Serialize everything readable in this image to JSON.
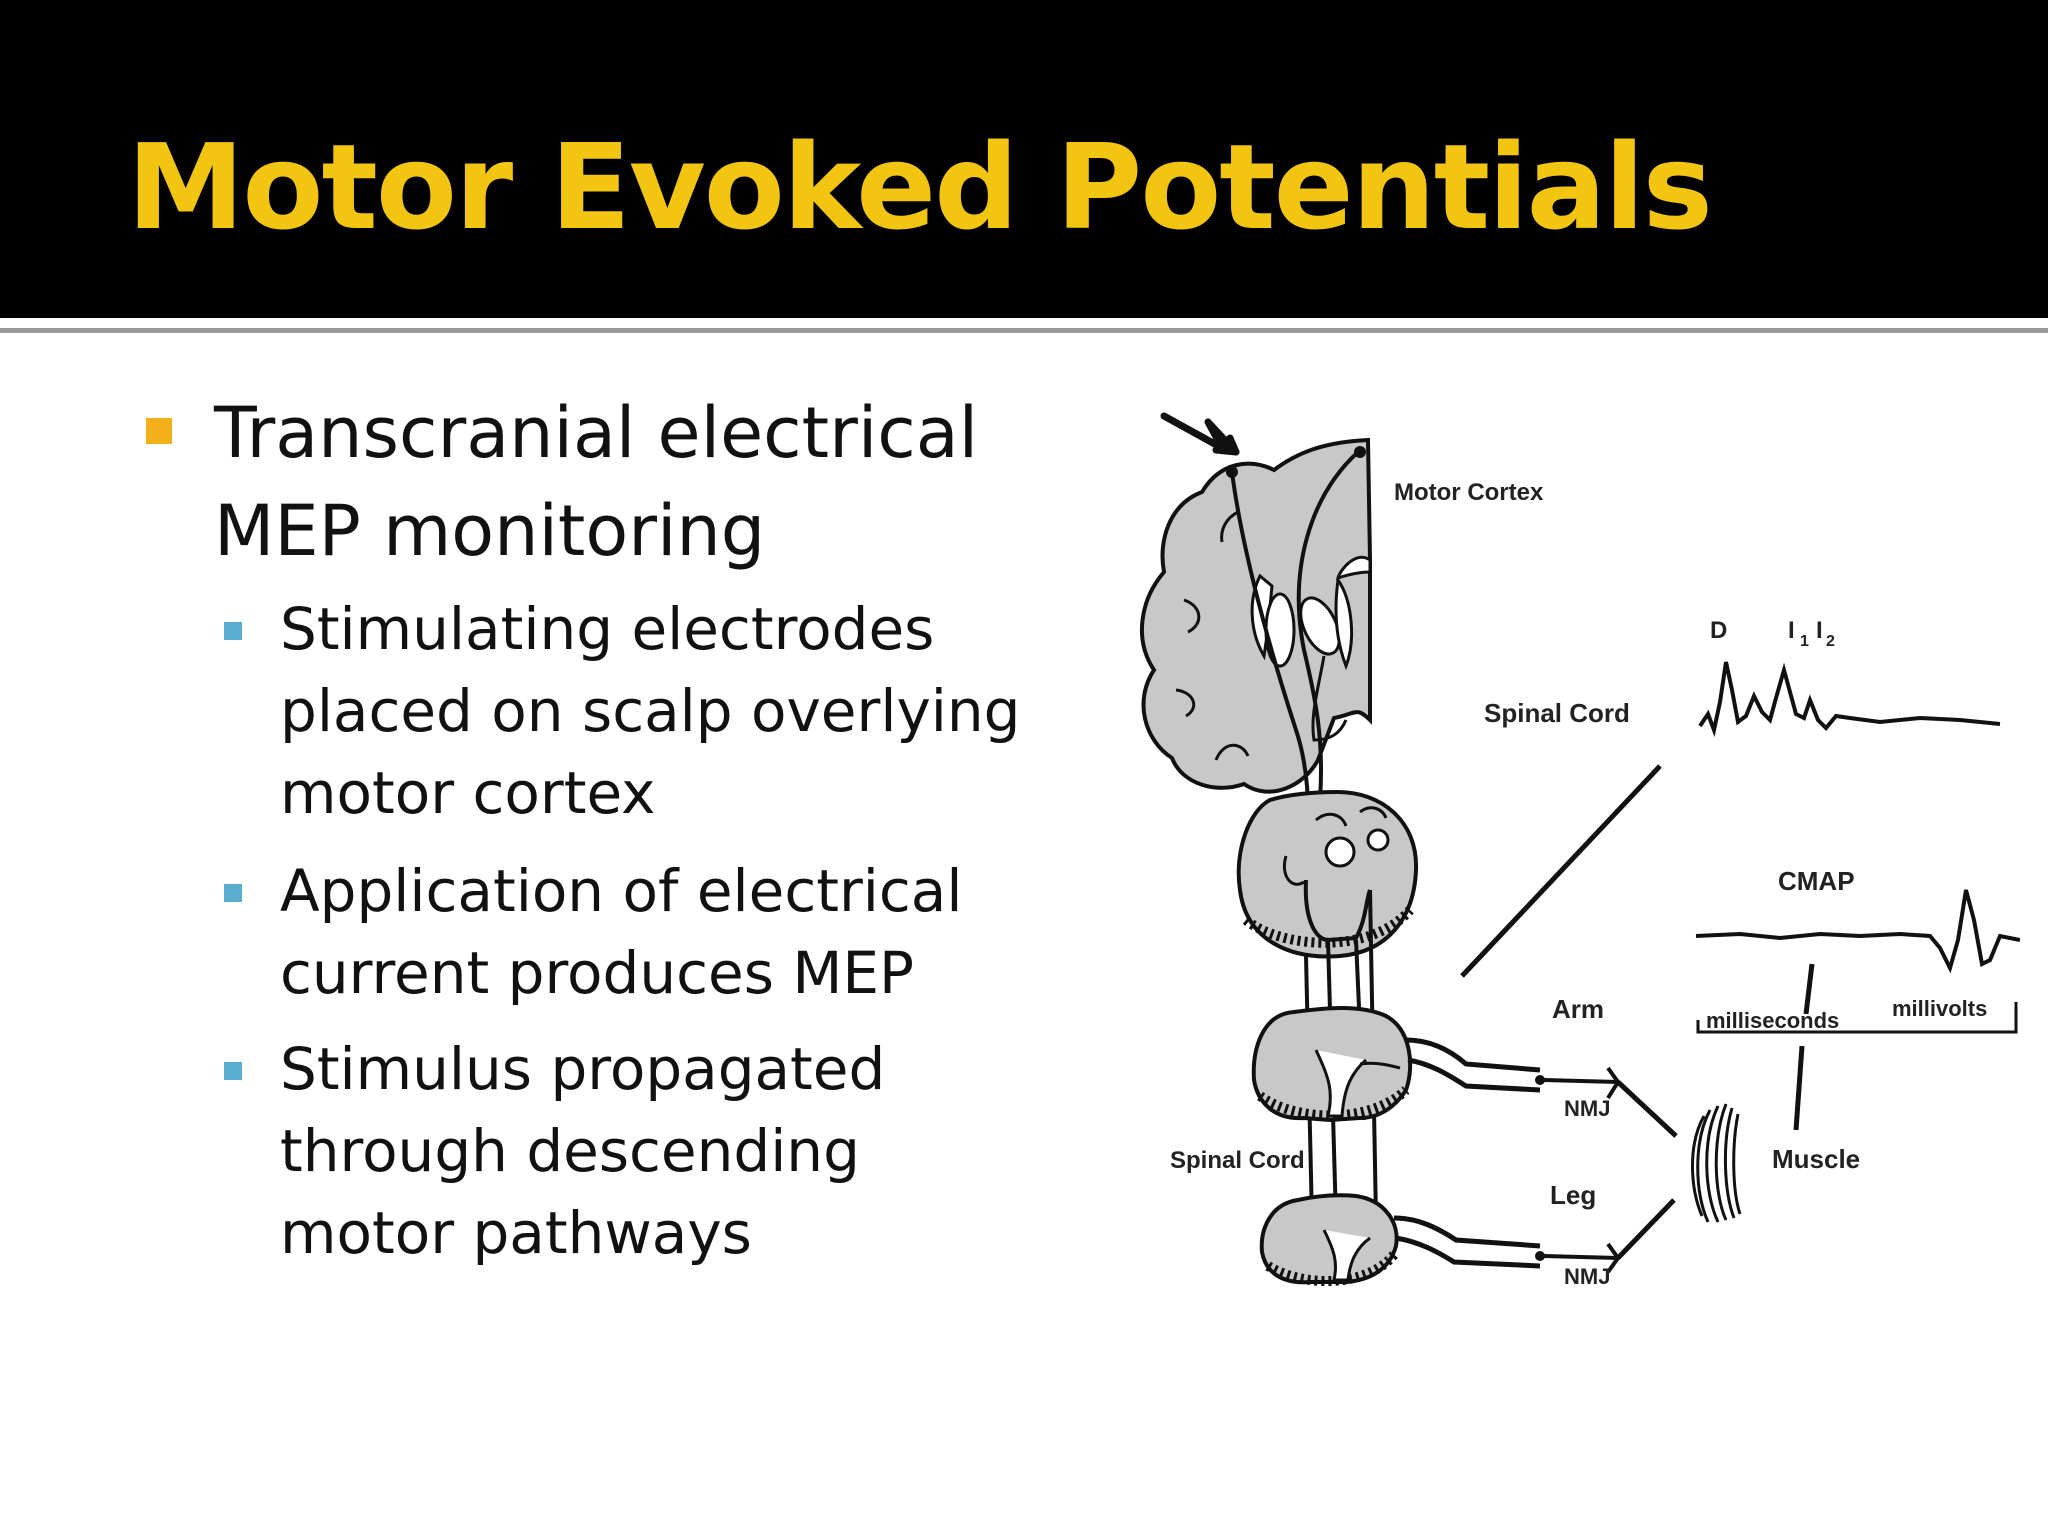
{
  "slide": {
    "title": "Motor Evoked Potentials",
    "bullet_main": "Transcranial electrical MEP monitoring",
    "sub_bullets": [
      "Stimulating electrodes placed on scalp overlying motor cortex",
      "Application of electrical current produces MEP",
      "Stimulus propagated through descending motor pathways"
    ]
  },
  "colors": {
    "title": "#f2c511",
    "title_bar": "#000000",
    "bullet_main_marker": "#f3b01b",
    "bullet_sub_marker": "#5aaed0"
  },
  "diagram": {
    "labels": {
      "motor_cortex": "Motor Cortex",
      "spinal_cord_upper": "Spinal Cord",
      "spinal_cord_lower": "Spinal Cord",
      "d_wave": "D",
      "i1": "I",
      "i1_sub": "1",
      "i2": "I",
      "i2_sub": "2",
      "cmap": "CMAP",
      "milliseconds": "milliseconds",
      "millivolts": "millivolts",
      "arm": "Arm",
      "leg": "Leg",
      "nmj_arm": "NMJ",
      "nmj_leg": "NMJ",
      "muscle": "Muscle"
    }
  }
}
